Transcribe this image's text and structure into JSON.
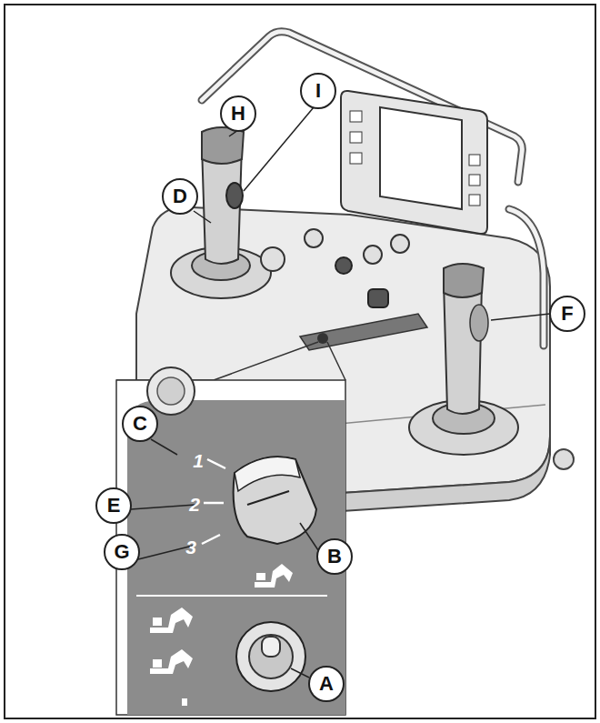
{
  "diagram": {
    "labels": [
      "H",
      "I",
      "D",
      "F",
      "C",
      "E",
      "G",
      "B",
      "A",
      "1",
      "2",
      "3"
    ]
  }
}
